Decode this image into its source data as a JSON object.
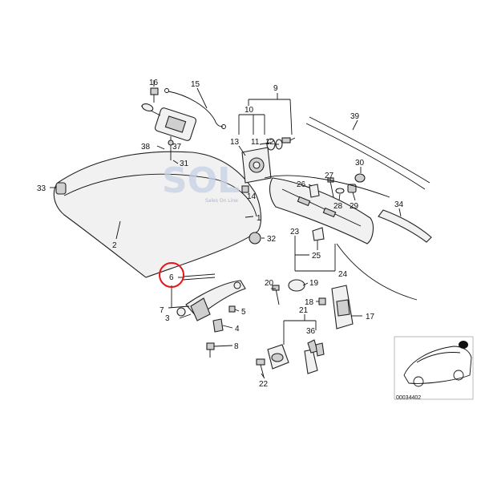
{
  "callouts": [
    "16",
    "15",
    "9",
    "10",
    "11",
    "12",
    "13",
    "37",
    "38",
    "31",
    "33",
    "2",
    "1",
    "32",
    "39",
    "26",
    "27",
    "30",
    "28",
    "29",
    "34",
    "23",
    "25",
    "24",
    "6",
    "20",
    "19",
    "18",
    "17",
    "21",
    "36",
    "5",
    "4",
    "3",
    "7",
    "8",
    "22",
    "14"
  ],
  "watermark": {
    "text": "SOL",
    "tagline": "Sales On Line"
  },
  "inset": {
    "code": "00034402"
  },
  "colors": {
    "highlight": "#e8151b",
    "line": "#111111",
    "watermark": "#c7d0e6"
  }
}
